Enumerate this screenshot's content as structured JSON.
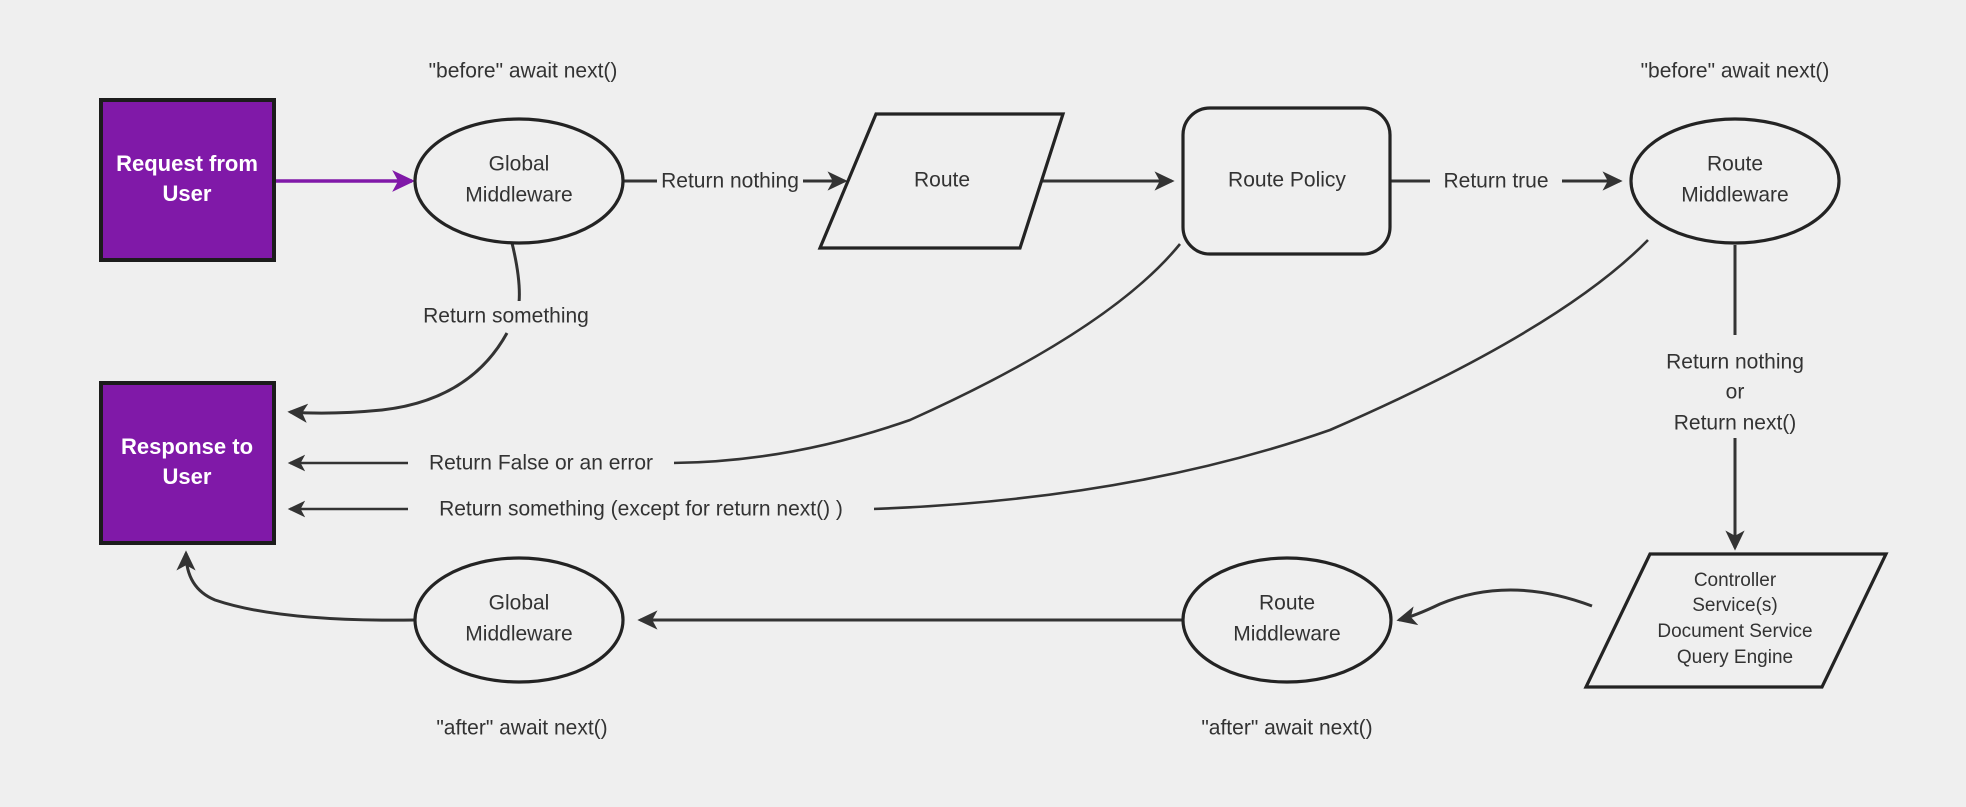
{
  "diagram": {
    "title": "Request / Response middleware lifecycle flowchart",
    "background_color": "#efefef",
    "accent_color": "#8019a8",
    "stroke_color": "#333333",
    "nodes": {
      "request_from_user": {
        "line1": "Request from",
        "line2": "User",
        "shape": "rectangle",
        "fill": "#8019a8"
      },
      "response_to_user": {
        "line1": "Response to",
        "line2": "User",
        "shape": "rectangle",
        "fill": "#8019a8"
      },
      "global_middleware_before": {
        "line1": "Global",
        "line2": "Middleware",
        "shape": "ellipse"
      },
      "route": {
        "line1": "Route",
        "shape": "parallelogram"
      },
      "route_policy": {
        "line1": "Route Policy",
        "shape": "rounded-rectangle"
      },
      "route_middleware_before": {
        "line1": "Route",
        "line2": "Middleware",
        "shape": "ellipse"
      },
      "controller": {
        "line1": "Controller",
        "line2": "Service(s)",
        "line3": "Document Service",
        "line4": "Query Engine",
        "shape": "parallelogram"
      },
      "route_middleware_after": {
        "line1": "Route",
        "line2": "Middleware",
        "shape": "ellipse"
      },
      "global_middleware_after": {
        "line1": "Global",
        "line2": "Middleware",
        "shape": "ellipse"
      }
    },
    "annotations": {
      "before_global": "\"before\" await next()",
      "before_route": "\"before\" await next()",
      "after_global": "\"after\" await next()",
      "after_route": "\"after\" await next()"
    },
    "edge_labels": {
      "return_nothing": "Return nothing",
      "return_true": "Return true",
      "return_something": "Return something",
      "return_false_or_error": "Return False or an error",
      "return_something_except": "Return something (except for return next() )",
      "return_nothing_or_next_line1": "Return nothing",
      "return_nothing_or_next_line2": "or",
      "return_nothing_or_next_line3": "Return next()"
    }
  }
}
